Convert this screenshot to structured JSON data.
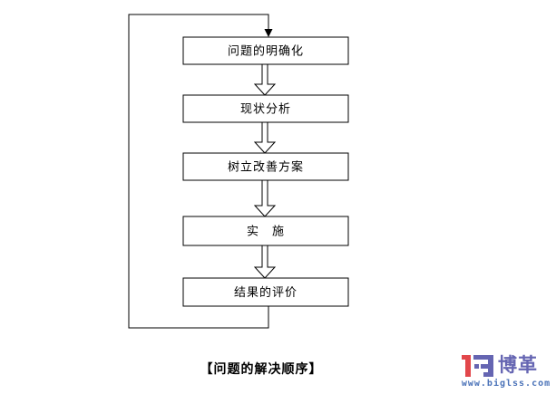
{
  "flowchart": {
    "steps": [
      {
        "label": "问题的明确化"
      },
      {
        "label": "现状分析"
      },
      {
        "label": "树立改善方案"
      },
      {
        "label": "实　施"
      },
      {
        "label": "结果的评价"
      }
    ],
    "loop": "feedback from last step back to first step"
  },
  "caption": "【问题的解决顺序】",
  "logo": {
    "brand": "博革",
    "url": "www.biglss.com",
    "icon": "biglss-b-monogram",
    "colors": {
      "red": "#E2474B",
      "purple": "#6565B2",
      "url_blue": "#4A72B8"
    }
  },
  "diagram": {
    "line_color": "#000000",
    "box_fill": "#FFFFFF"
  }
}
